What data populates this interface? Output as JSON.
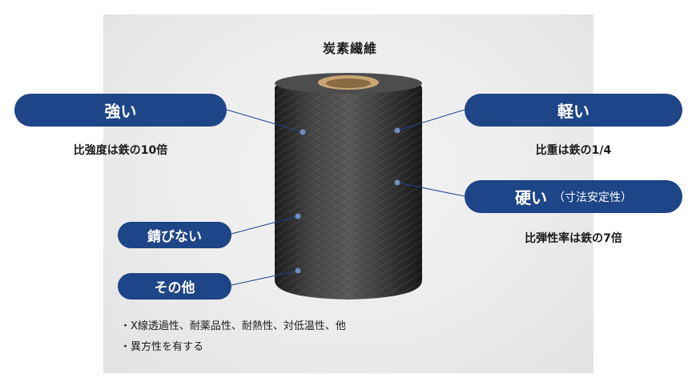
{
  "title": "炭素繊維",
  "callouts": {
    "strong": {
      "label": "強い",
      "caption": "比強度は鉄の10倍"
    },
    "light": {
      "label": "軽い",
      "caption": "比重は鉄の1/4"
    },
    "hard": {
      "label": "硬い",
      "sub": "（寸法安定性）",
      "caption": "比弾性率は鉄の7倍"
    },
    "rust": {
      "label": "錆びない"
    },
    "other": {
      "label": "その他"
    }
  },
  "bullets": [
    "・X線透過性、耐薬品性、耐熱性、対低温性、他",
    "・異方性を有する"
  ],
  "colors": {
    "pill": "#1d4587",
    "fiber": "#3a3a3a",
    "core": "#c9a574"
  }
}
